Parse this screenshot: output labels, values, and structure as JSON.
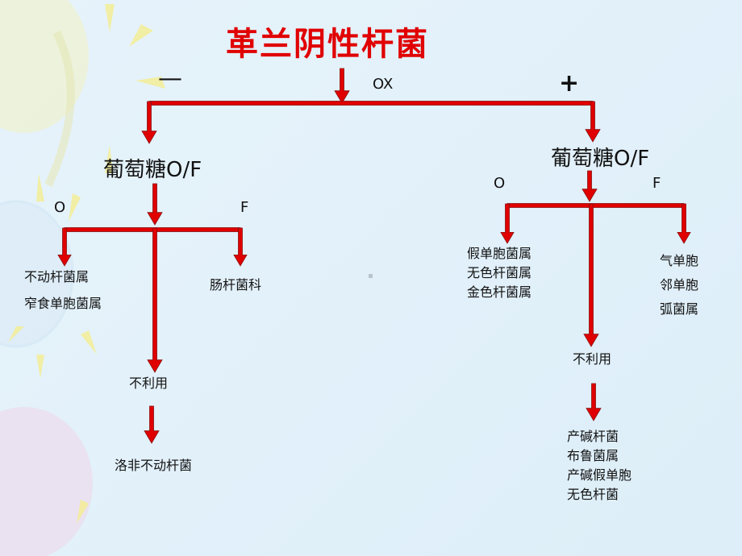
{
  "title": "革兰阴性杆菌",
  "top": {
    "minus": "—",
    "plus": "+",
    "test": "OX"
  },
  "left": {
    "heading": "葡萄糖O/F",
    "o": "O",
    "f": "F",
    "o_group": [
      "不动杆菌属",
      "窄食单胞菌属"
    ],
    "f_group": "肠杆菌科",
    "unused": "不利用",
    "unused_result": "洛非不动杆菌"
  },
  "right": {
    "heading": "葡萄糖O/F",
    "o": "O",
    "f": "F",
    "o_group": [
      "假单胞菌属",
      "无色杆菌属",
      "金色杆菌属"
    ],
    "f_group": [
      "气单胞",
      "邻单胞",
      "弧菌属"
    ],
    "unused": "不利用",
    "unused_result": [
      "产碱杆菌",
      "布鲁菌属",
      "产碱假单胞",
      "无色杆菌"
    ]
  },
  "colors": {
    "arrow": "#e00000",
    "arrow_edge": "#8a1010",
    "title": "#e00000"
  }
}
